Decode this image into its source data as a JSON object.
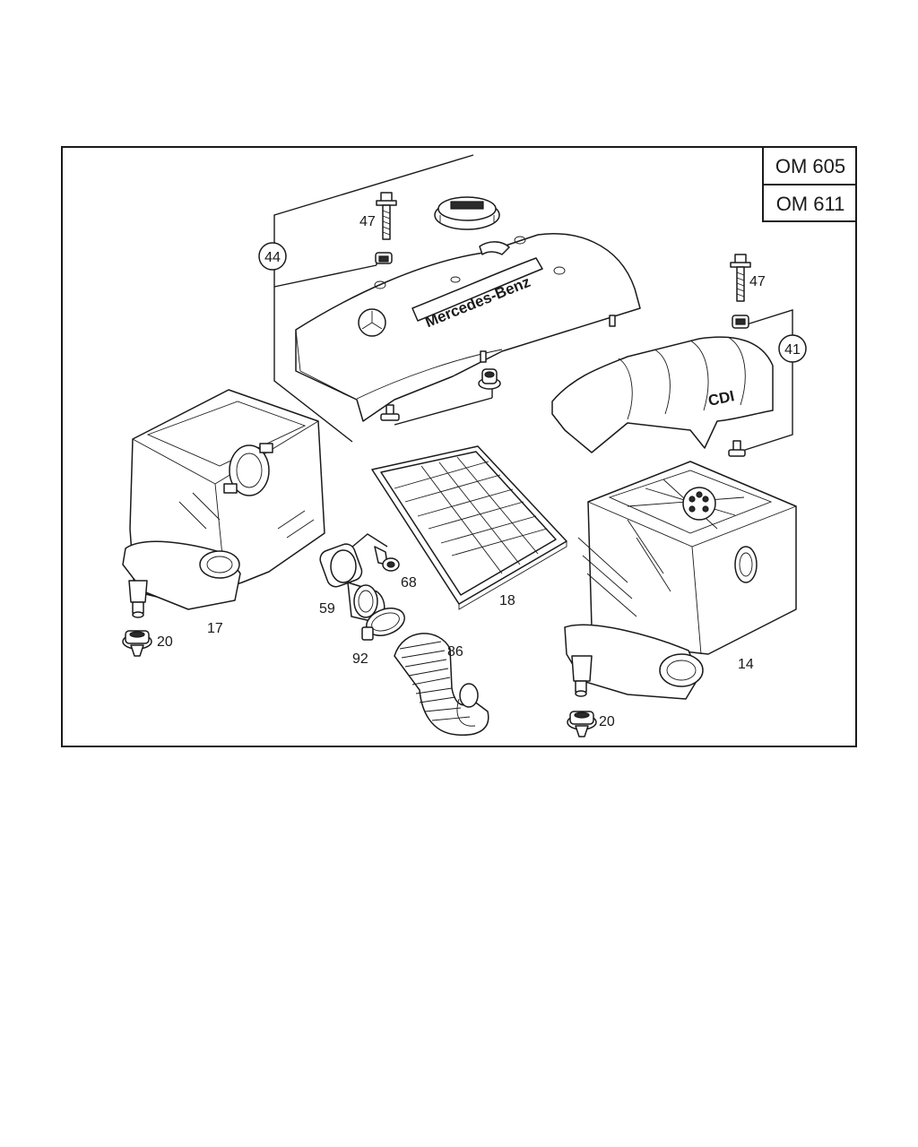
{
  "engine_codes": [
    "OM 605",
    "OM 611"
  ],
  "callouts": {
    "c44": "44",
    "c41": "41",
    "c47a": "47",
    "c47b": "47",
    "c17": "17",
    "c20a": "20",
    "c59": "59",
    "c68": "68",
    "c18": "18",
    "c92": "92",
    "c86": "86",
    "c14": "14",
    "c20b": "20"
  },
  "embossed": {
    "brand": "Mercedes-Benz",
    "cdi": "CDI"
  }
}
